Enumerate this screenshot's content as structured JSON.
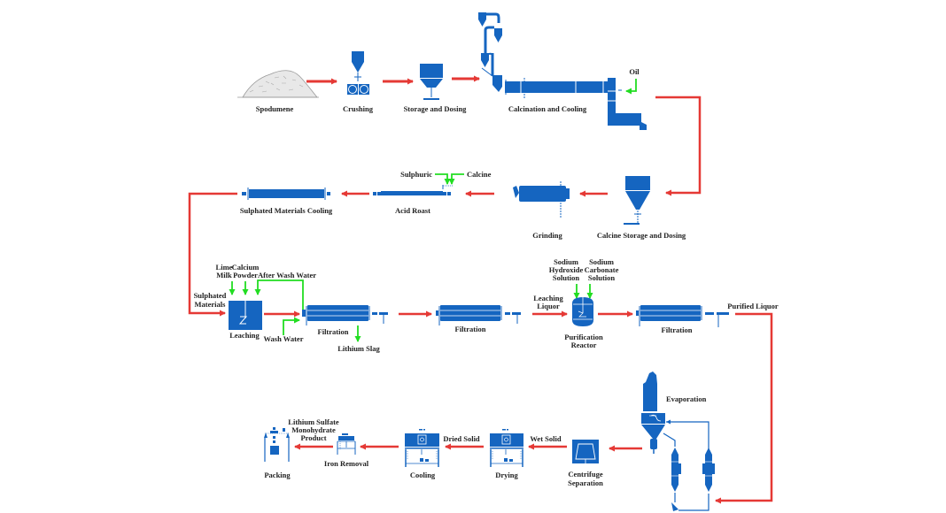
{
  "title": "Lithium Sulfate Monohydrate Production from Spodumene",
  "colors": {
    "equipment": "#1565c0",
    "material_flow": "#e53935",
    "additive_flow": "#22dd22",
    "text": "#222222",
    "background": "#ffffff"
  },
  "stages": {
    "spodumene": "Spodumene",
    "crushing": "Crushing",
    "storage_dosing": "Storage and Dosing",
    "calcination": "Calcination and Cooling",
    "calcine_storage": "Calcine Storage and Dosing",
    "grinding": "Grinding",
    "acid_roast": "Acid Roast",
    "sulphated_cooling": "Sulphated Materials Cooling",
    "leaching": "Leaching",
    "filtration_1": "Filtration",
    "filtration_2": "Filtration",
    "purification_1": "Purification",
    "purification_2": "Reactor",
    "filtration_3": "Filtration",
    "evaporation": "Evaporation",
    "centrifuge_1": "Centrifuge",
    "centrifuge_2": "Separation",
    "drying": "Drying",
    "cooling": "Cooling",
    "iron_removal": "Iron Removal",
    "packing": "Packing"
  },
  "inputs": {
    "oil": "Oil",
    "sulphuric": "Sulphuric",
    "calcine": "Calcine",
    "lime_1": "Lime",
    "lime_2": "Milk",
    "calcium_1": "Calcium",
    "calcium_2": "Powder",
    "after_wash": "After Wash Water",
    "wash_water": "Wash Water",
    "naoh_1": "Sodium",
    "naoh_2": "Hydroxide",
    "naoh_3": "Solution",
    "na2co3_1": "Sodium",
    "na2co3_2": "Carbonate",
    "na2co3_3": "Solution"
  },
  "streams": {
    "sulphated_1": "Sulphated",
    "sulphated_2": "Materials",
    "lithium_slag": "Lithium Slag",
    "leaching_liquor_1": "Leaching",
    "leaching_liquor_2": "Liquor",
    "purified_liquor": "Purified Liquor",
    "wet_solid": "Wet Solid",
    "dried_solid": "Dried Solid",
    "product_1": "Lithium Sulfate",
    "product_2": "Monohydrate",
    "product_3": "Product"
  }
}
